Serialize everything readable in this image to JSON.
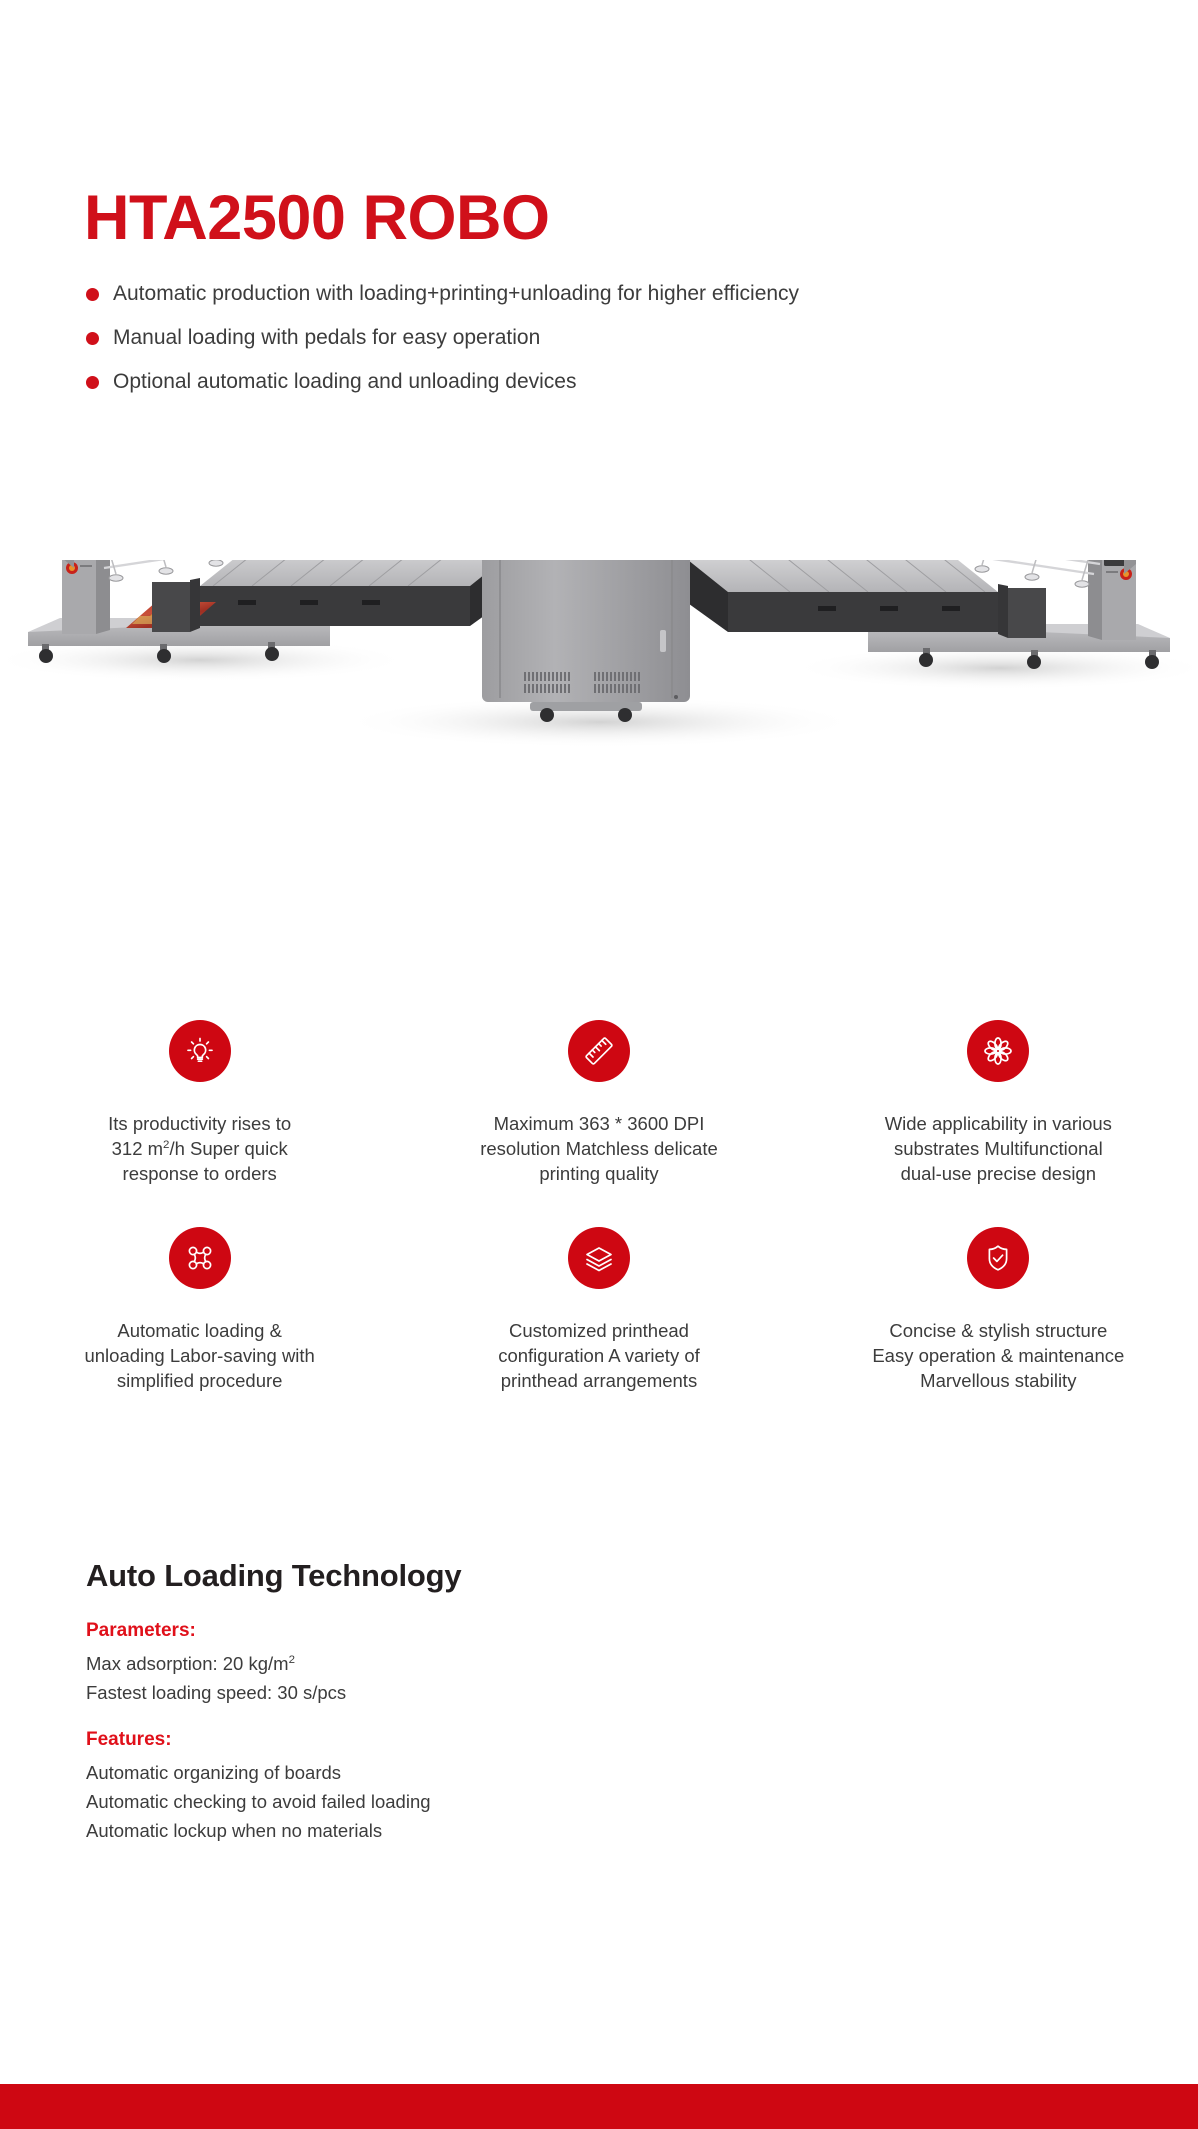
{
  "header": {
    "title": "HTA2500 ROBO",
    "bullets": [
      "Automatic production with loading+printing+unloading for higher efficiency",
      "Manual loading with pedals for easy operation",
      "Optional automatic loading and unloading devices"
    ]
  },
  "product_image": {
    "alt": "HTA2500 ROBO industrial flatbed printer with automatic loading and unloading gantries"
  },
  "features": [
    {
      "icon": "lightbulb-icon",
      "line1": "Its productivity rises to",
      "line2_pre": "312 m",
      "line2_sup": "2",
      "line2_post": "/h Super quick",
      "line3": "response to orders"
    },
    {
      "icon": "ruler-icon",
      "line1": "Maximum 363 * 3600 DPI",
      "line2_pre": "resolution Matchless delicate",
      "line2_sup": "",
      "line2_post": "",
      "line3": "printing quality"
    },
    {
      "icon": "flower-icon",
      "line1": "Wide applicability in various",
      "line2_pre": "substrates Multifunctional",
      "line2_sup": "",
      "line2_post": "",
      "line3": "dual-use precise design"
    },
    {
      "icon": "suction-frame-icon",
      "line1": "Automatic loading &",
      "line2_pre": "unloading Labor-saving with",
      "line2_sup": "",
      "line2_post": "",
      "line3": "simplified procedure"
    },
    {
      "icon": "layers-icon",
      "line1": "Customized printhead",
      "line2_pre": "configuration A variety of",
      "line2_sup": "",
      "line2_post": "",
      "line3": "printhead arrangements"
    },
    {
      "icon": "shield-check-icon",
      "line1": "Concise & stylish structure",
      "line2_pre": "Easy operation & maintenance",
      "line2_sup": "",
      "line2_post": "",
      "line3": "Marvellous stability"
    }
  ],
  "auto_loading": {
    "heading": "Auto Loading Technology",
    "parameters_label": "Parameters:",
    "parameters": [
      {
        "pre": "Max adsorption: 20 kg/m",
        "sup": "2",
        "post": ""
      },
      {
        "pre": "Fastest loading speed: 30 s/pcs",
        "sup": "",
        "post": ""
      }
    ],
    "features_label": "Features:",
    "features": [
      "Automatic organizing of boards",
      "Automatic checking to avoid failed loading",
      "Automatic lockup when no materials"
    ]
  },
  "colors": {
    "brand_red": "#ce0712",
    "title_red": "#d0101a",
    "body_gray": "#3c3c3c",
    "heading_black": "#231f20",
    "machine_gray": "#a9a9ab",
    "machine_dark": "#3a3a3c"
  }
}
